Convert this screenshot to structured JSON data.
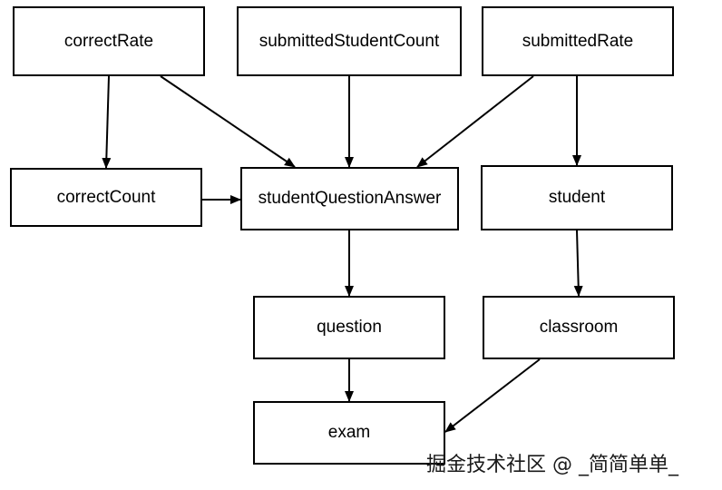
{
  "nodes": {
    "correctRate": {
      "label": "correctRate"
    },
    "submittedStudentCount": {
      "label": "submittedStudentCount"
    },
    "submittedRate": {
      "label": "submittedRate"
    },
    "correctCount": {
      "label": "correctCount"
    },
    "studentQuestionAnswer": {
      "label": "studentQuestionAnswer"
    },
    "student": {
      "label": "student"
    },
    "question": {
      "label": "question"
    },
    "classroom": {
      "label": "classroom"
    },
    "exam": {
      "label": "exam"
    }
  },
  "edges": [
    {
      "from": "correctRate",
      "to": "correctCount"
    },
    {
      "from": "correctRate",
      "to": "studentQuestionAnswer"
    },
    {
      "from": "submittedStudentCount",
      "to": "studentQuestionAnswer"
    },
    {
      "from": "submittedRate",
      "to": "studentQuestionAnswer"
    },
    {
      "from": "submittedRate",
      "to": "student"
    },
    {
      "from": "correctCount",
      "to": "studentQuestionAnswer"
    },
    {
      "from": "studentQuestionAnswer",
      "to": "question"
    },
    {
      "from": "student",
      "to": "classroom"
    },
    {
      "from": "question",
      "to": "exam"
    },
    {
      "from": "classroom",
      "to": "exam"
    }
  ],
  "watermark": "掘金技术社区 @ _简简单单_",
  "colors": {
    "stroke": "#000000",
    "fill": "#ffffff"
  }
}
